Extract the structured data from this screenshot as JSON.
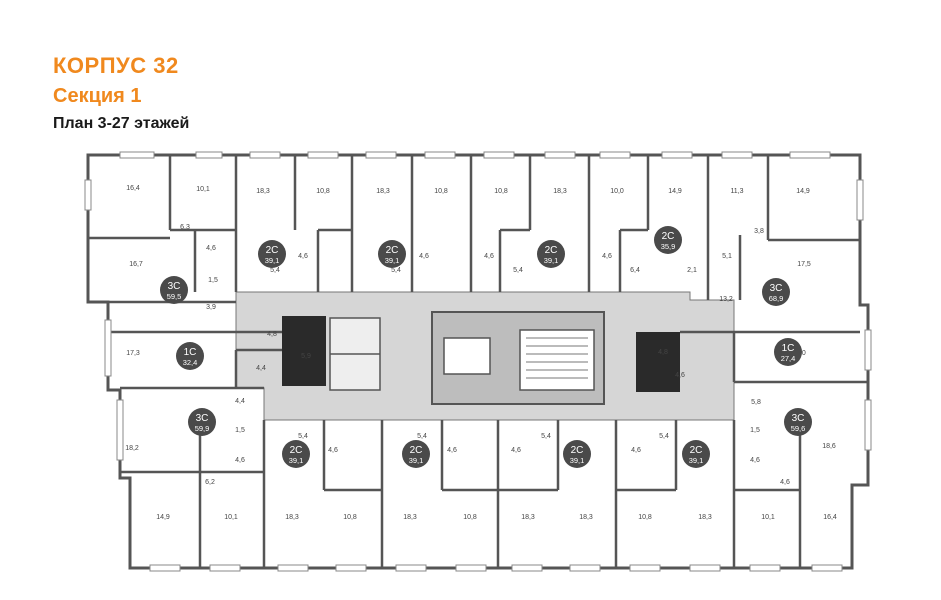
{
  "header": {
    "building": "КОРПУС 32",
    "section": "Секция 1",
    "floors": "План 3-27 этажей"
  },
  "colors": {
    "accent": "#f0891e",
    "wall": "#555555",
    "corridor": "#d6d6d6",
    "badge": "#4a4a4a"
  },
  "apartments": [
    {
      "type": "2С",
      "area": "39,1"
    },
    {
      "type": "2С",
      "area": "39,1"
    },
    {
      "type": "2С",
      "area": "39,1"
    },
    {
      "type": "2С",
      "area": "35,9"
    },
    {
      "type": "3С",
      "area": "59,5"
    },
    {
      "type": "3С",
      "area": "68,9"
    },
    {
      "type": "1С",
      "area": "32,4"
    },
    {
      "type": "1С",
      "area": "27,4"
    },
    {
      "type": "3С",
      "area": "59,9"
    },
    {
      "type": "3С",
      "area": "59,6"
    },
    {
      "type": "2С",
      "area": "39,1"
    },
    {
      "type": "2С",
      "area": "39,1"
    },
    {
      "type": "2С",
      "area": "39,1"
    },
    {
      "type": "2С",
      "area": "39,1"
    }
  ],
  "room_areas": [
    "16,4",
    "10,1",
    "18,3",
    "10,8",
    "18,3",
    "10,8",
    "10,8",
    "18,3",
    "10,0",
    "14,9",
    "11,3",
    "14,9",
    "6,3",
    "4,6",
    "16,7",
    "1,5",
    "3,9",
    "5,4",
    "4,6",
    "5,4",
    "4,6",
    "4,6",
    "5,4",
    "4,6",
    "6,4",
    "3,8",
    "5,1",
    "2,1",
    "17,5",
    "13,2",
    "4,8",
    "17,3",
    "4,4",
    "5,9",
    "4,8",
    "4,6",
    "18,0",
    "4,4",
    "1,5",
    "18,2",
    "4,6",
    "6,2",
    "5,4",
    "4,6",
    "5,4",
    "4,6",
    "4,6",
    "5,4",
    "4,6",
    "5,4",
    "5,8",
    "1,5",
    "18,6",
    "4,6",
    "4,6",
    "14,9",
    "10,1",
    "18,3",
    "10,8",
    "18,3",
    "10,8",
    "18,3",
    "18,3",
    "10,8",
    "18,3",
    "10,1",
    "16,4"
  ]
}
